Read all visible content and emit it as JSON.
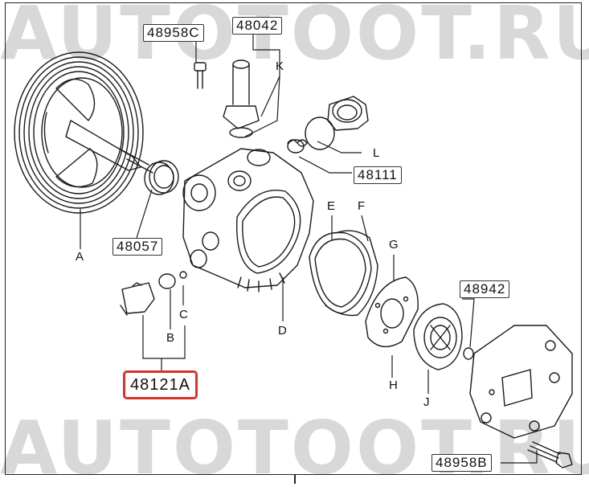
{
  "watermark": {
    "top": "AUTOTOOT.RU",
    "bottom": "AUTOTOOT.RU"
  },
  "part_numbers": {
    "p48958C": "48958C",
    "p48042": "48042",
    "p48111": "48111",
    "p48057": "48057",
    "p48942": "48942",
    "p48121A": "48121A",
    "p48958B": "48958B"
  },
  "letters": {
    "A": "A",
    "B": "B",
    "C": "C",
    "D": "D",
    "E": "E",
    "F": "F",
    "G": "G",
    "H": "H",
    "J": "J",
    "K": "K",
    "L": "L"
  },
  "highlight_color": "#d9322b"
}
